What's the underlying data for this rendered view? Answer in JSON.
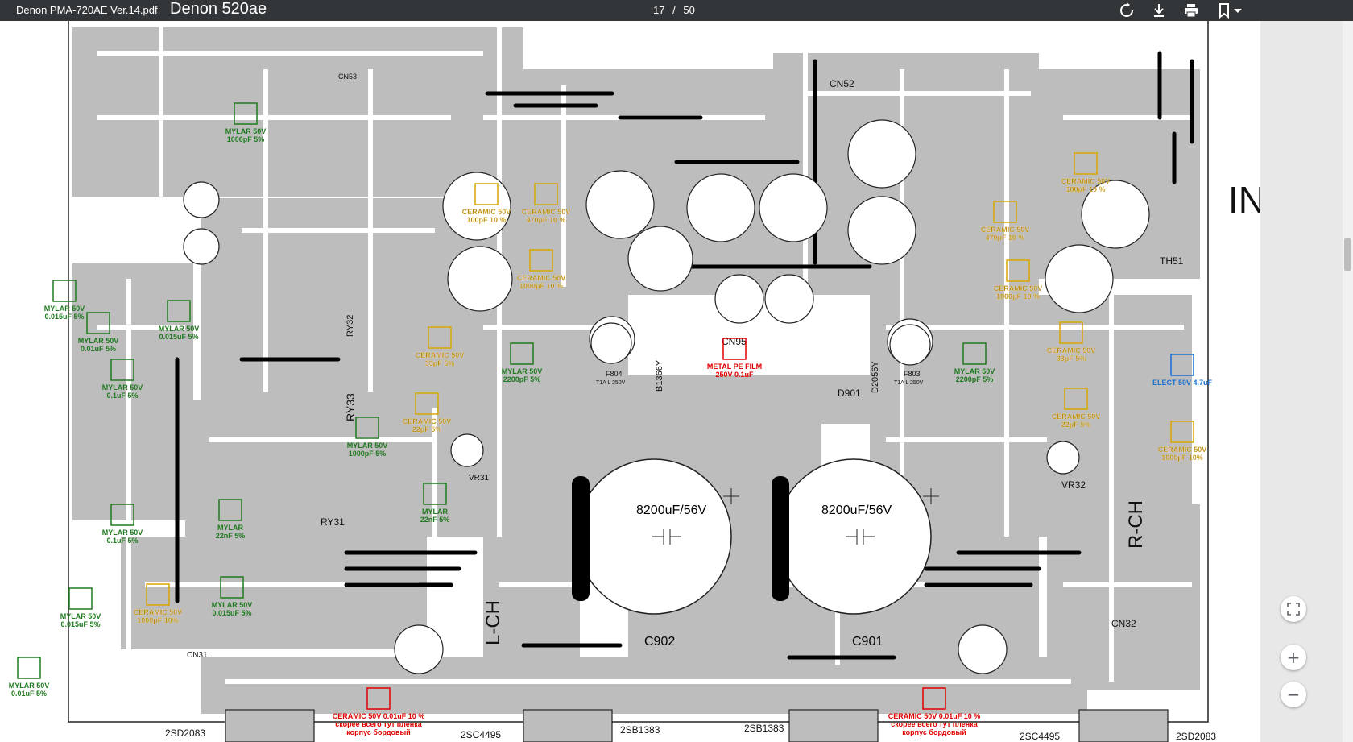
{
  "toolbar": {
    "file_name": "Denon PMA-720AE Ver.14.pdf",
    "doc_title": "Denon 520ae",
    "page_current": "17",
    "page_sep": "/",
    "page_total": "50",
    "icons": [
      "rotate-icon",
      "download-icon",
      "print-icon",
      "bookmark-icon",
      "chevron-down-icon"
    ]
  },
  "schematic": {
    "labels": {
      "cap_left": "8200uF/56V",
      "cap_right": "8200uF/56V",
      "c902": "C902",
      "c901": "C901",
      "lch": "L-CH",
      "rch": "R-CH",
      "in": "IN",
      "cn95": "CN95",
      "d901": "D901",
      "cn52": "CN52",
      "cn53": "CN53",
      "cn32": "CN32",
      "cn31": "CN31",
      "vr31": "VR31",
      "vr32": "VR32",
      "ry31": "RY31",
      "ry33": "RY33",
      "ry32": "RY32",
      "th51": "TH51",
      "q2sd2083_l": "2SD2083",
      "q2sd2083_r": "2SD2083",
      "q2sb1383_l": "2SB1383",
      "q2sb1383_r": "2SB1383",
      "q2sc4495_l": "2SC4495",
      "q2sc4495_r": "2SC4495",
      "b1366y": "B1366Y",
      "d2056y": "D2056Y",
      "f804": "F804",
      "f803": "F803",
      "t1al": "T1A L 250V"
    },
    "annotations_green": [
      {
        "text": "MYLAR 50V\n1000pF 5%"
      },
      {
        "text": "MYLAR 50V\n0.015uF 5%"
      },
      {
        "text": "MYLAR 50V\n0.01uF 5%"
      },
      {
        "text": "MYLAR 50V\n0.015uF 5%"
      },
      {
        "text": "MYLAR 50V\n0.1uF 5%"
      },
      {
        "text": "MYLAR 50V\n1000pF 5%"
      },
      {
        "text": "MYLAR 50V\n2200pF 5%"
      },
      {
        "text": "MYLAR\n22nF 5%"
      },
      {
        "text": "MYLAR 50V\n0.1uF 5%"
      },
      {
        "text": "MYLAR\n22nF 5%"
      },
      {
        "text": "MYLAR 50V\n0.015uF 5%"
      },
      {
        "text": "MYLAR 50V\n0.015uF 5%"
      },
      {
        "text": "MYLAR 50V\n0.01uF 5%"
      },
      {
        "text": "MYLAR 50V\n2200pF 5%"
      }
    ],
    "annotations_yellow": [
      {
        "text": "CERAMIC 50V\n100pF 10 %"
      },
      {
        "text": "CERAMIC 50V\n470pF 10 %"
      },
      {
        "text": "CERAMIC 50V\n1000pF 10 %"
      },
      {
        "text": "CERAMIC 50V\n33pF 5%"
      },
      {
        "text": "CERAMIC 50V\n22pF 5%"
      },
      {
        "text": "CERAMIC 50V\n100pF 10 %"
      },
      {
        "text": "CERAMIC 50V\n470pF 10 %"
      },
      {
        "text": "CERAMIC 50V\n1000pF 10 %"
      },
      {
        "text": "CERAMIC 50V\n33pF 5%"
      },
      {
        "text": "CERAMIC 50V\n22pF 5%"
      },
      {
        "text": "CERAMIC 50V\n1000pF 10%"
      },
      {
        "text": "CERAMIC 50V\n1000pF 10%"
      }
    ],
    "annotations_red": [
      {
        "text": "METAL PE FILM\n250V 0.1uF"
      },
      {
        "text": "CERAMIC 50V 0.01uF 10 %\nскорее всего тут пленка\nкорпус бордовый"
      },
      {
        "text": "CERAMIC 50V 0.01uF 10 %\nскорее всего тут пленка\nкорпус бордовый"
      }
    ],
    "annotations_blue": [
      {
        "text": "ELECT 50V 4.7uF"
      }
    ]
  },
  "controls": {
    "fit_icon": "fit-page-icon",
    "zoom_in": "+",
    "zoom_out": "−"
  }
}
